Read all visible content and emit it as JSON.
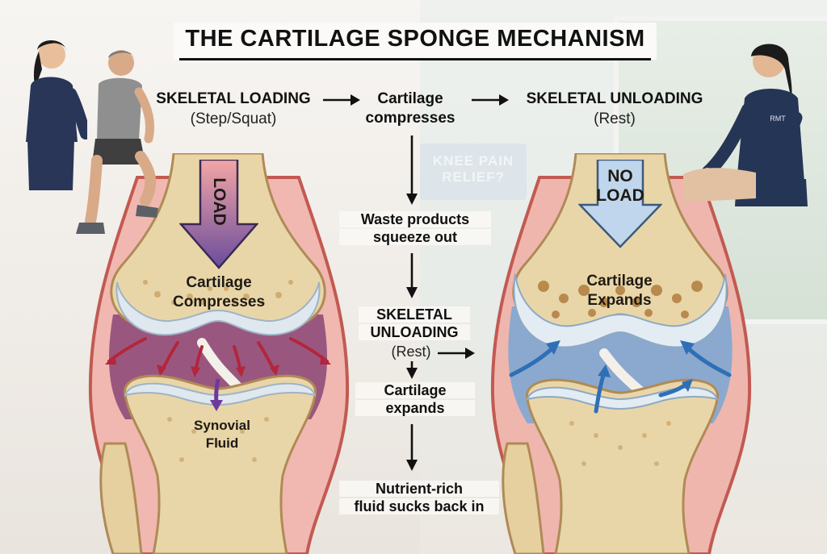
{
  "title": "THE CARTILAGE SPONGE MECHANISM",
  "top_flow": {
    "loading_label": "SKELETAL LOADING",
    "loading_sub": "(Step/Squat)",
    "compress_line1": "Cartilage",
    "compress_line2": "compresses",
    "unloading_label": "SKELETAL UNLOADING",
    "unloading_sub": "(Rest)"
  },
  "center_flow": {
    "waste_line1": "Waste products",
    "waste_line2": "squeeze out",
    "unload_line1": "SKELETAL",
    "unload_line2": "UNLOADING",
    "unload_sub": "(Rest)",
    "expand_line1": "Cartilage",
    "expand_line2": "expands",
    "nutrient_line1": "Nutrient-rich",
    "nutrient_line2": "fluid sucks back in"
  },
  "left_joint": {
    "arrow_label": "LOAD",
    "cartilage_line1": "Cartilage",
    "cartilage_line2": "Compresses",
    "fluid_line1": "Synovial",
    "fluid_line2": "Fluid"
  },
  "right_joint": {
    "arrow_line1": "NO",
    "arrow_line2": "LOAD",
    "cartilage_line1": "Cartilage",
    "cartilage_line2": "Expands"
  },
  "background": {
    "poster_line1": "KNEE PAIN",
    "poster_line2": "RELIEF?",
    "badge_text": "RMT"
  },
  "colors": {
    "bone": "#e7d4a6",
    "bone_spots": "#b98a4a",
    "capsule_left": "#e58f8a",
    "synovial_left": "#7c3a6c",
    "capsule_right": "#dd8c86",
    "synovial_right": "#6e9ac6",
    "load_arrow_left": "#7d5ea0",
    "load_arrow_right": "#b9d2ea",
    "scrubs": "#26324f"
  }
}
